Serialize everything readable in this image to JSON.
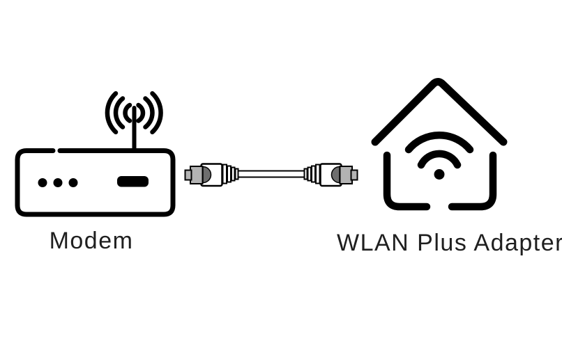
{
  "diagram": {
    "background": "#ffffff",
    "modem": {
      "label": "Modem",
      "icon": "modem-with-antenna-icon",
      "features": {
        "indicator_dots": 3,
        "port_slot": 1,
        "signal_arcs_per_side": 3
      }
    },
    "cable": {
      "icon": "ethernet-cable-icon",
      "connector_type": "rj45-connector-icon",
      "connectors": 2
    },
    "adapter": {
      "label": "WLAN Plus Adapter",
      "icon": "house-wifi-icon",
      "wifi_arcs": 2,
      "wifi_dot": 1
    },
    "colors": {
      "line": "#000000",
      "text": "#1f1f1f",
      "plug_body": "#b3b3b3",
      "plug_core": "#6e6e6e",
      "fill": "#ffffff"
    }
  }
}
